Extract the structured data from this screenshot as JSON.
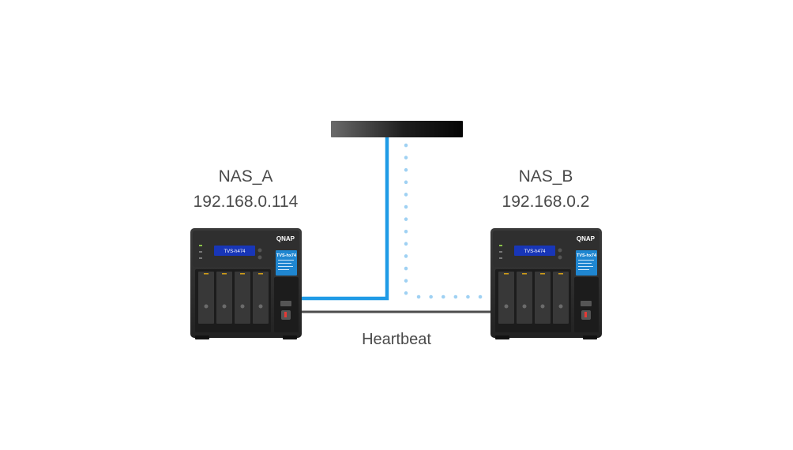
{
  "nodes": {
    "nas_a": {
      "name": "NAS_A",
      "ip": "192.168.0.114",
      "brand": "QNAP",
      "lcd": "TVS-h474",
      "model_badge": "TVS-hx74"
    },
    "nas_b": {
      "name": "NAS_B",
      "ip": "192.168.0.2",
      "brand": "QNAP",
      "lcd": "TVS-h474",
      "model_badge": "TVS-hx74"
    }
  },
  "links": {
    "heartbeat_label": "Heartbeat"
  },
  "colors": {
    "active_link": "#1f9be6",
    "standby_link": "#9fd1f3",
    "heartbeat_link": "#4d4d4d",
    "chassis": "#2b2b2b",
    "badge": "#1f86d0",
    "lcd": "#1836b8"
  }
}
